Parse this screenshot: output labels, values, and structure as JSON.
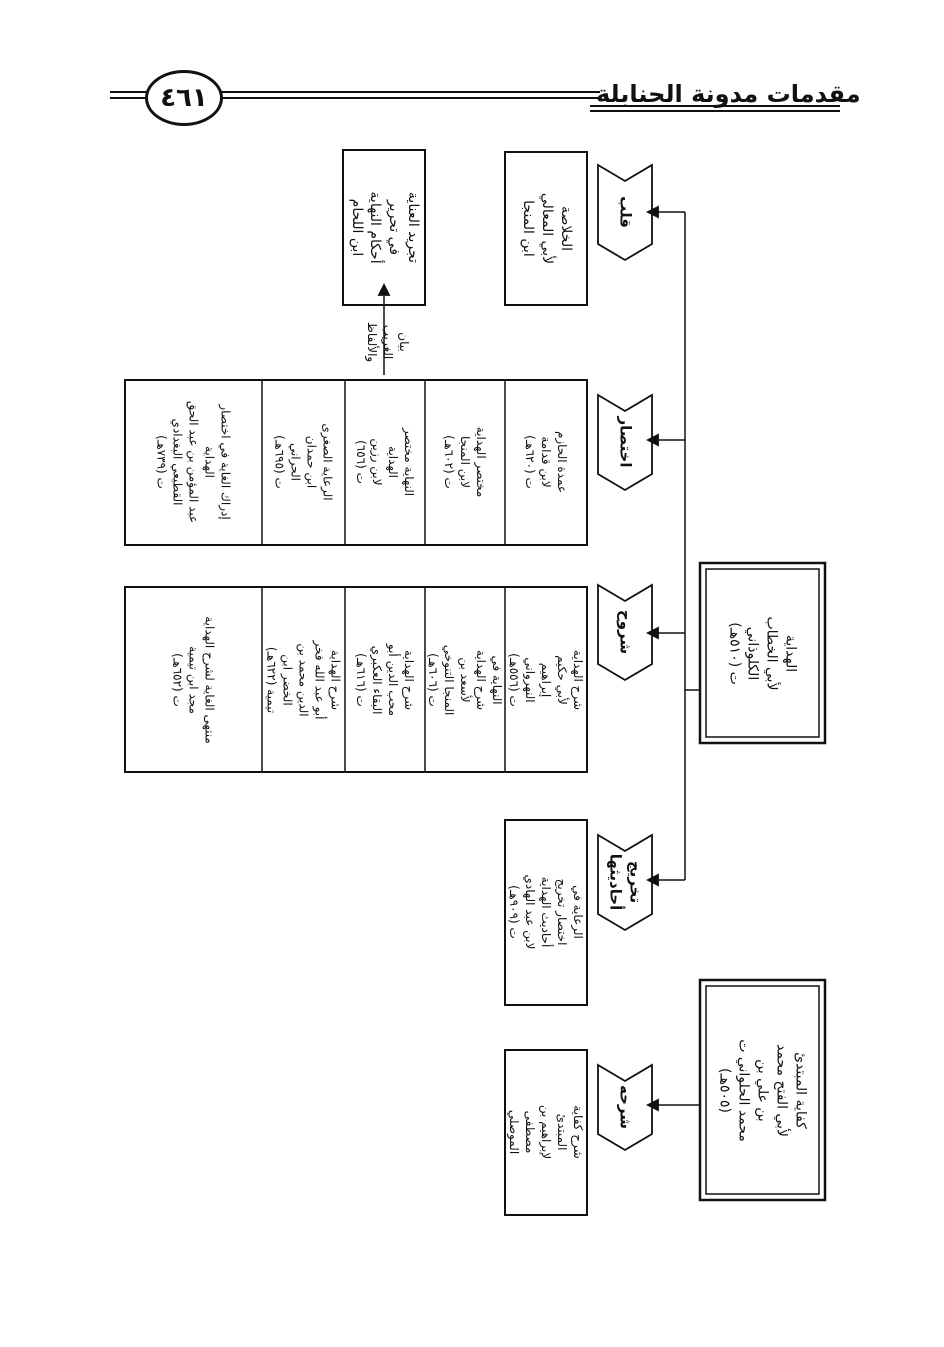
{
  "header": {
    "page_number": "٤٦١",
    "book_title": "مقدمات مدونة الحنابلة"
  },
  "diagram": {
    "main_hidaya": [
      "الهداية",
      "لأبي الخطاب الكلوذاني",
      "ت (٥١٠هـ)"
    ],
    "main_kifaya": [
      "كفاية المبتدئ",
      "لأبي الفتح محمد بن علي بن",
      "محمد الحلواني ت (٥٠٥هـ)"
    ],
    "tags": {
      "taqlib": "قلب",
      "ikhtisar": "اختصار",
      "shuruh": "شروح",
      "takhrij": "تخريج أحاديثها",
      "sharhuh": "شرحه"
    },
    "khulasa": [
      "الخلاصة",
      "لأبي المعالي ابن المنجا"
    ],
    "tajrid": [
      "تجريد العناية في تحرير",
      "أحكام النهاية",
      "ابن اللحام"
    ],
    "arrow_label": [
      "بيان الغريب",
      "والألفاظ"
    ],
    "ikhtisar_items": [
      [
        "عمدة الحازم",
        "لابن قدامة",
        "ت (٦٢٠هـ)"
      ],
      [
        "مختصر الهداية",
        "لابن المنجا",
        "ت (٦٠٢هـ)"
      ],
      [
        "النهاية مختصر الهداية",
        "لابن رزين",
        "ت (٦٥٦)"
      ],
      [
        "الرعاية الصغرى",
        "ابن حمدان الحراني",
        "ت (٦٩٥هـ)"
      ],
      [
        "إدراك الغاية في اختصار",
        "الهداية",
        "عبد المؤمن بن عبد الحق",
        "القطيعي البغدادي",
        "ت (٧٣٩هـ)"
      ]
    ],
    "shuruh_items": [
      [
        "شرح الهداية",
        "لأبي حكيم إبراهيم النهرواني",
        "ت (٥٥٦هـ)"
      ],
      [
        "النهاية في شرح الهداية",
        "لأسعد بن المنجا التنوخي",
        "ت (٦٠٦هـ)"
      ],
      [
        "شرح الهداية",
        "محب الدين أبو البقاء العكبري",
        "ت (٦١٦هـ)"
      ],
      [
        "شرح الهداية",
        "أبو عبد الله فخر الدين محمد بن",
        "الخضر ابن تيمية (٦٢٢هـ)"
      ],
      [
        "منتهى الغاية لشرح الهداية",
        "مجد ابن تيمية",
        "ت (٦٥٢هـ)"
      ]
    ],
    "takhrij_box": [
      "الرعاية في اختصار تخريج",
      "أحاديث الهداية",
      "لابن عبد الهادي ت (٩٠٩هـ)"
    ],
    "sharh_kifaya": [
      "شرح كفاية المبتدئ",
      "لإبراهيم بن مصطفى",
      "الموصلي"
    ]
  }
}
